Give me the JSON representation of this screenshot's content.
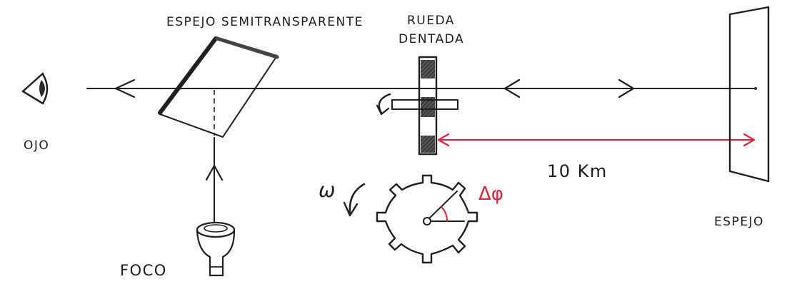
{
  "labels": {
    "corner": "",
    "mirror_half": "ESPEJO SEMITRANSPARENTE",
    "wheel_line1": "RUEDA",
    "wheel_line2": "DENTADA",
    "eye": "OJO",
    "source": "FOCO",
    "distance": "10 Km",
    "omega": "ω",
    "delta_phi": "Δφ",
    "far_mirror": "ESPEJO"
  },
  "colors": {
    "ink": "#1f1f1f",
    "accent_red": "#d7263d",
    "mirror_glass": "#8c8c8c"
  }
}
